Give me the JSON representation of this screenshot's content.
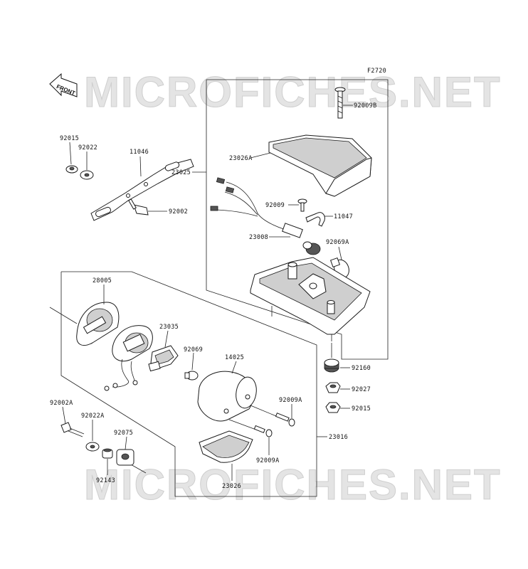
{
  "figure_code": "F2720",
  "front_label": "FRONT",
  "watermark": "MICROFICHES.NET",
  "parts": {
    "p92009B": "92009B",
    "p23026A": "23026A",
    "p92015_top": "92015",
    "p92022": "92022",
    "p11046": "11046",
    "p23025": "23025",
    "p92009": "92009",
    "p11047": "11047",
    "p92002": "92002",
    "p23008": "23008",
    "p92069A": "92069A",
    "p28005": "28005",
    "p23035": "23035",
    "p92069": "92069",
    "p14025": "14025",
    "p92160": "92160",
    "p92027": "92027",
    "p92015_bot": "92015",
    "p92009A_a": "92009A",
    "p92002A": "92002A",
    "p92022A": "92022A",
    "p92075": "92075",
    "p23016": "23016",
    "p92009A_b": "92009A",
    "p92143": "92143",
    "p23026": "23026"
  }
}
